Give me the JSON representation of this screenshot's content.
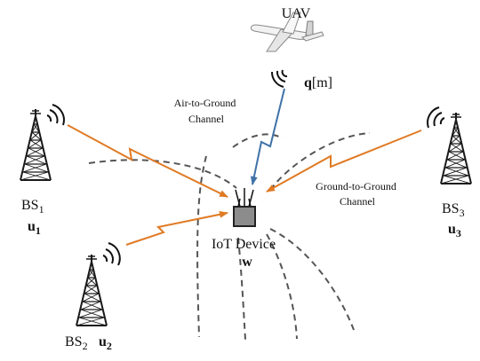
{
  "uav": {
    "label": "UAV",
    "position_symbol": "q",
    "position_index": "[m]"
  },
  "links": {
    "air_to_ground": {
      "line1": "Air-to-Ground",
      "line2": "Channel"
    },
    "ground_to_ground": {
      "line1": "Ground-to-Ground",
      "line2": "Channel"
    }
  },
  "iot": {
    "label": "IoT Device",
    "symbol": "w"
  },
  "base_stations": [
    {
      "name": "BS",
      "sub": "1",
      "symbol": "u",
      "symbol_sub": "1"
    },
    {
      "name": "BS",
      "sub": "2",
      "symbol": "u",
      "symbol_sub": "2"
    },
    {
      "name": "BS",
      "sub": "3",
      "symbol": "u",
      "symbol_sub": "3"
    }
  ],
  "colors": {
    "ground_link": "#e07a24",
    "air_link": "#3f72a8",
    "tower": "#1a1a1a",
    "device_fill": "#8c8c8c",
    "coverage_dash": "#555555"
  },
  "icons": [
    "uav-icon",
    "tower-icon",
    "signal-waves-icon",
    "iot-device-icon",
    "antenna-icon"
  ]
}
